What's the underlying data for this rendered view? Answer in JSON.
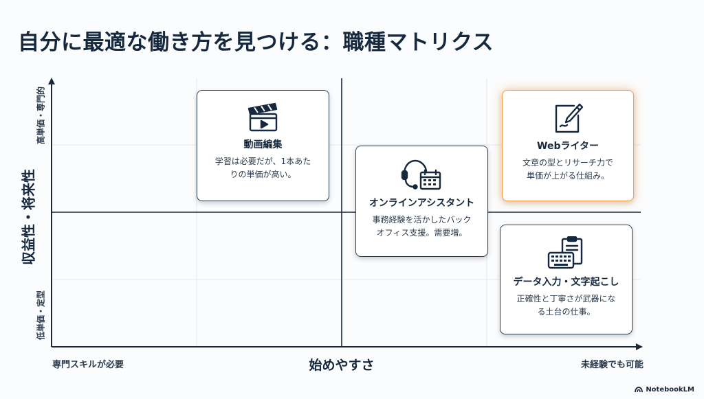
{
  "title": "自分に最適な働き方を見つける：職種マトリクス",
  "axes": {
    "y_label": "収益性・将来性",
    "y_top": "高単価・専門的",
    "y_bottom": "低単価・定型",
    "x_label": "始めやすさ",
    "x_left": "専門スキルが必要",
    "x_right": "未経験でも可能"
  },
  "cards": {
    "video": {
      "name": "動画編集",
      "desc": [
        "学習は必要だが、1本あた",
        "りの単価が高い。"
      ],
      "icon": "clapperboard-icon"
    },
    "writer": {
      "name": "Webライター",
      "desc": [
        "文章の型とリサーチ力で",
        "単価が上がる仕組み。"
      ],
      "icon": "pen-writing-icon"
    },
    "assistant": {
      "name": "オンラインアシスタント",
      "desc": [
        "事務経験を活かしたバック",
        "オフィス支援。需要増。"
      ],
      "icon": "headset-calendar-icon"
    },
    "data": {
      "name": "データ入力・文字起こし",
      "desc": [
        "正確性と丁寧さが武器にな",
        "る土台の仕事。"
      ],
      "icon": "keyboard-clipboard-icon"
    }
  },
  "colors": {
    "ink": "#16283d",
    "grid": "#e3e7ec",
    "highlight": "#f0a24e"
  },
  "brand": "NotebookLM"
}
